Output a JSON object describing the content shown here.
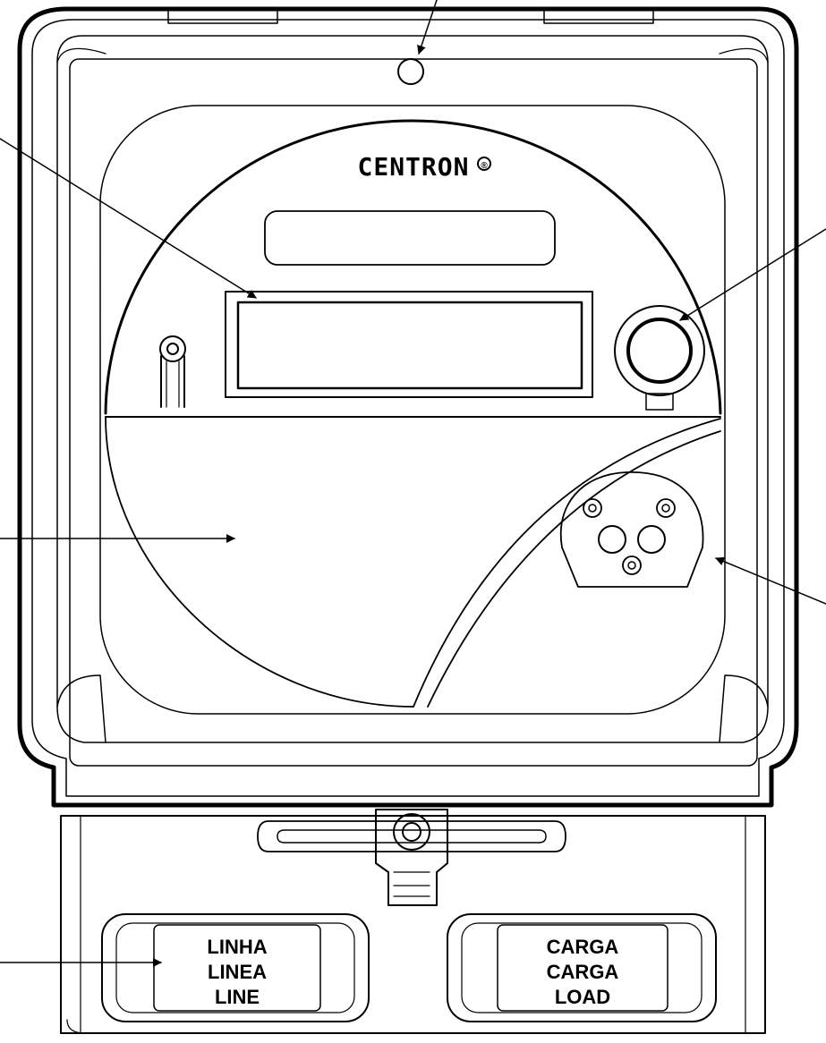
{
  "brand": {
    "name": "CENTRON",
    "registered_mark": "®"
  },
  "terminal_labels": {
    "line": [
      "LINHA",
      "LINEA",
      "LINE"
    ],
    "load": [
      "CARGA",
      "CARGA",
      "LOAD"
    ]
  },
  "colors": {
    "ink": "#000000",
    "background": "#ffffff"
  }
}
